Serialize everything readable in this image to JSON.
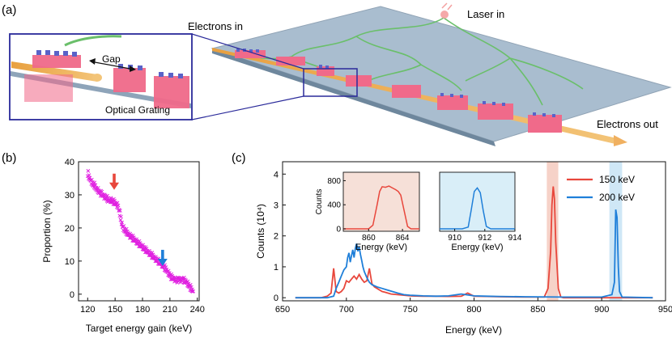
{
  "panel_a": {
    "label": "(a)",
    "electrons_in": "Electrons in",
    "laser_in": "Laser in",
    "electrons_out": "Electrons out",
    "inset_gap": "Gap",
    "inset_grating": "Optical Grating"
  },
  "chart_data": [
    {
      "type": "scatter",
      "panel": "(b)",
      "xlabel": "Target energy gain (keV)",
      "ylabel": "Proportion (%)",
      "xlim": [
        110,
        242
      ],
      "ylim": [
        -2,
        40
      ],
      "xticks": [
        120,
        150,
        180,
        210,
        240
      ],
      "yticks": [
        0,
        10,
        20,
        30,
        40
      ],
      "tick_labels_x": [
        "120",
        "150",
        "180",
        "210",
        "240"
      ],
      "tick_labels_y": [
        "0",
        "10",
        "20",
        "30",
        "40"
      ],
      "color": "#e020e0",
      "markers": [
        {
          "x": 149,
          "y": 32,
          "color": "#e8473c"
        },
        {
          "x": 202,
          "y": 9,
          "color": "#1f7fd9"
        }
      ],
      "x": [
        120,
        121,
        122,
        123,
        124,
        125,
        126,
        127,
        128,
        129,
        130,
        131,
        132,
        133,
        134,
        135,
        136,
        137,
        138,
        139,
        140,
        141,
        142,
        143,
        144,
        145,
        146,
        147,
        148,
        149,
        150,
        151,
        152,
        153,
        154,
        155,
        156,
        157,
        158,
        159,
        160,
        161,
        162,
        163,
        164,
        165,
        166,
        167,
        168,
        169,
        170,
        171,
        172,
        173,
        174,
        175,
        176,
        177,
        178,
        179,
        180,
        181,
        182,
        183,
        184,
        185,
        186,
        187,
        188,
        189,
        190,
        191,
        192,
        193,
        194,
        195,
        196,
        197,
        198,
        199,
        200,
        201,
        202,
        203,
        204,
        205,
        206,
        207,
        208,
        209,
        210,
        211,
        212,
        213,
        214,
        215,
        216,
        217,
        218,
        219,
        220,
        221,
        222,
        223,
        224,
        225,
        226,
        227,
        228,
        229,
        230,
        231,
        232,
        233,
        234,
        235
      ],
      "y": [
        36,
        35,
        34.5,
        34,
        33.5,
        33,
        32.5,
        32.5,
        32,
        31.5,
        31,
        31,
        30.5,
        30.5,
        30,
        30,
        29.5,
        29.5,
        29,
        29,
        28.5,
        28.5,
        28,
        28,
        28,
        28,
        27.8,
        27.5,
        27.5,
        27.3,
        27,
        26.8,
        26.5,
        26,
        25,
        24,
        22.5,
        21,
        20,
        19.5,
        19,
        18.5,
        18.5,
        18,
        17.8,
        17.5,
        17.2,
        17,
        16.8,
        16.5,
        16.2,
        16,
        15.8,
        15.5,
        15.2,
        15,
        14.8,
        14.5,
        14.3,
        14,
        13.8,
        13.5,
        13.2,
        13,
        12.8,
        12.5,
        12.2,
        12,
        11.8,
        11.5,
        11.3,
        11,
        10.8,
        10.5,
        10.2,
        10,
        9.8,
        9.5,
        9.2,
        9,
        8.8,
        8.5,
        8.2,
        8,
        7.6,
        7.2,
        6.8,
        6.4,
        6,
        5.6,
        5.2,
        4.8,
        4.6,
        4.4,
        4.2,
        4,
        4,
        3.9,
        3.8,
        4,
        4.2,
        4,
        3.8,
        4,
        4.2,
        3.8,
        3.5,
        3.5,
        3.2,
        2.8,
        2.4,
        2,
        1.6,
        1.2,
        0.8,
        0.5
      ]
    },
    {
      "type": "line",
      "panel": "(c)",
      "xlabel": "Energy (keV)",
      "ylabel": "Counts (10⁴)",
      "xlim": [
        650,
        950
      ],
      "ylim": [
        -0.1,
        4.4
      ],
      "xticks": [
        650,
        700,
        750,
        800,
        850,
        900,
        950
      ],
      "yticks": [
        0,
        1,
        2,
        3,
        4
      ],
      "tick_labels_x": [
        "650",
        "700",
        "750",
        "800",
        "850",
        "900",
        "950"
      ],
      "tick_labels_y": [
        "0",
        "1",
        "2",
        "3",
        "4"
      ],
      "legend_position": "top-right",
      "highlight_bands": [
        {
          "from": 857,
          "to": 866,
          "color": "#f6d2c8"
        },
        {
          "from": 906,
          "to": 916,
          "color": "#cfe7f6"
        }
      ],
      "series": [
        {
          "name": "150 keV",
          "color": "#e8473c",
          "x": [
            660,
            680,
            685,
            688,
            690,
            692,
            694,
            696,
            698,
            700,
            702,
            704,
            706,
            708,
            710,
            712,
            714,
            716,
            718,
            720,
            722,
            724,
            726,
            728,
            730,
            735,
            740,
            745,
            750,
            760,
            770,
            780,
            790,
            795,
            800,
            810,
            820,
            840,
            855,
            858,
            860,
            861,
            862,
            863,
            864,
            866,
            868,
            870,
            900,
            940
          ],
          "y": [
            0,
            0,
            0.05,
            0.15,
            0.95,
            0.2,
            0.15,
            0.2,
            0.3,
            0.55,
            0.5,
            0.6,
            0.7,
            0.6,
            0.75,
            0.6,
            0.5,
            0.55,
            0.95,
            0.45,
            0.35,
            0.3,
            0.25,
            0.2,
            0.18,
            0.12,
            0.1,
            0.08,
            0.06,
            0.05,
            0.05,
            0.04,
            0.05,
            0.15,
            0.05,
            0.04,
            0.03,
            0.02,
            0.02,
            0.3,
            1.5,
            3.0,
            3.6,
            3.2,
            1.8,
            0.3,
            0.02,
            0,
            0,
            0
          ]
        },
        {
          "name": "200 keV",
          "color": "#1f7fd9",
          "x": [
            660,
            685,
            690,
            692,
            694,
            696,
            698,
            700,
            701,
            702,
            703,
            704,
            705,
            706,
            707,
            708,
            709,
            710,
            711,
            712,
            713,
            714,
            716,
            718,
            720,
            724,
            728,
            732,
            736,
            740,
            745,
            750,
            760,
            770,
            780,
            790,
            800,
            810,
            820,
            840,
            870,
            900,
            908,
            910,
            911,
            912,
            913,
            914,
            916,
            940
          ],
          "y": [
            0,
            0,
            0.05,
            0.3,
            0.5,
            0.7,
            0.9,
            1.0,
            1.3,
            1.45,
            1.15,
            1.35,
            1.55,
            1.3,
            1.6,
            1.75,
            1.5,
            1.65,
            1.4,
            1.2,
            1.0,
            0.85,
            0.65,
            0.5,
            0.42,
            0.35,
            0.3,
            0.25,
            0.2,
            0.15,
            0.1,
            0.08,
            0.06,
            0.05,
            0.06,
            0.12,
            0.06,
            0.05,
            0.04,
            0.03,
            0.02,
            0.02,
            0.1,
            0.5,
            2.85,
            2.6,
            1.0,
            0.2,
            0.02,
            0
          ]
        }
      ],
      "insets": [
        {
          "xlabel": "Energy (keV)",
          "ylabel": "Counts",
          "xlim": [
            857,
            866
          ],
          "ylim": [
            0,
            900
          ],
          "xticks": [
            860,
            864
          ],
          "yticks": [
            0,
            400,
            800
          ],
          "tick_labels_x": [
            "860",
            "864"
          ],
          "tick_labels_y": [
            "0",
            "400",
            "800"
          ],
          "background": "#f6e0d8",
          "color": "#e8473c",
          "x": [
            857,
            858,
            859,
            860,
            860.5,
            861,
            861.3,
            861.6,
            862,
            862.4,
            862.8,
            863.2,
            863.5,
            863.8,
            864.2,
            864.6,
            865,
            866
          ],
          "y": [
            0,
            0,
            0,
            0,
            60,
            400,
            620,
            700,
            690,
            710,
            680,
            650,
            620,
            560,
            300,
            40,
            0,
            0
          ]
        },
        {
          "xlabel": "Energy (keV)",
          "ylabel": "",
          "xlim": [
            909,
            914
          ],
          "ylim": [
            0,
            900
          ],
          "xticks": [
            910,
            912,
            914
          ],
          "yticks": [],
          "tick_labels_x": [
            "910",
            "912",
            "914"
          ],
          "tick_labels_y": [],
          "background": "#d9eef8",
          "color": "#1f7fd9",
          "x": [
            909,
            910.5,
            910.9,
            911.1,
            911.3,
            911.5,
            911.7,
            911.9,
            912.1,
            912.4,
            914
          ],
          "y": [
            0,
            0,
            30,
            320,
            620,
            680,
            600,
            300,
            40,
            0,
            0
          ]
        }
      ]
    }
  ]
}
